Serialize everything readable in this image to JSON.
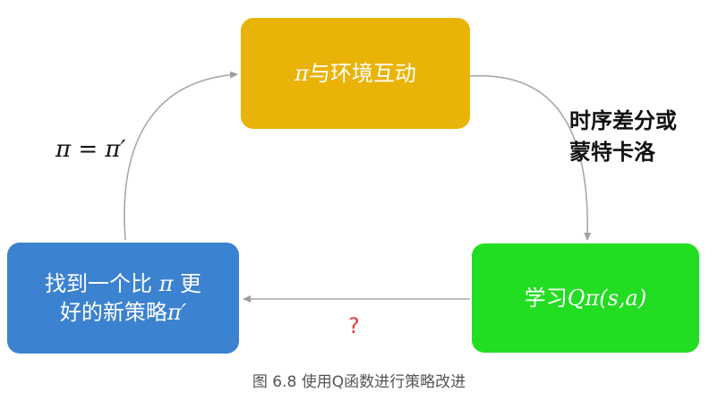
{
  "boxes": {
    "top": {
      "pi": "π",
      "text": "与环境互动",
      "color": "#eab308"
    },
    "right": {
      "text": "学习 ",
      "math": "Qπ(s,a)",
      "color": "#22dd22"
    },
    "left": {
      "line1": "找到一个比 ",
      "line1_math": "π",
      "line1_tail": " 更",
      "line2": "好的新策略",
      "line2_math": "π′",
      "color": "#3b82d0"
    }
  },
  "labels": {
    "right_line1": "时序差分或",
    "right_line2": "蒙特卡洛",
    "left": "π = π′",
    "bottom": "?"
  },
  "caption": "图 6.8 使用Q函数进行策略改进"
}
